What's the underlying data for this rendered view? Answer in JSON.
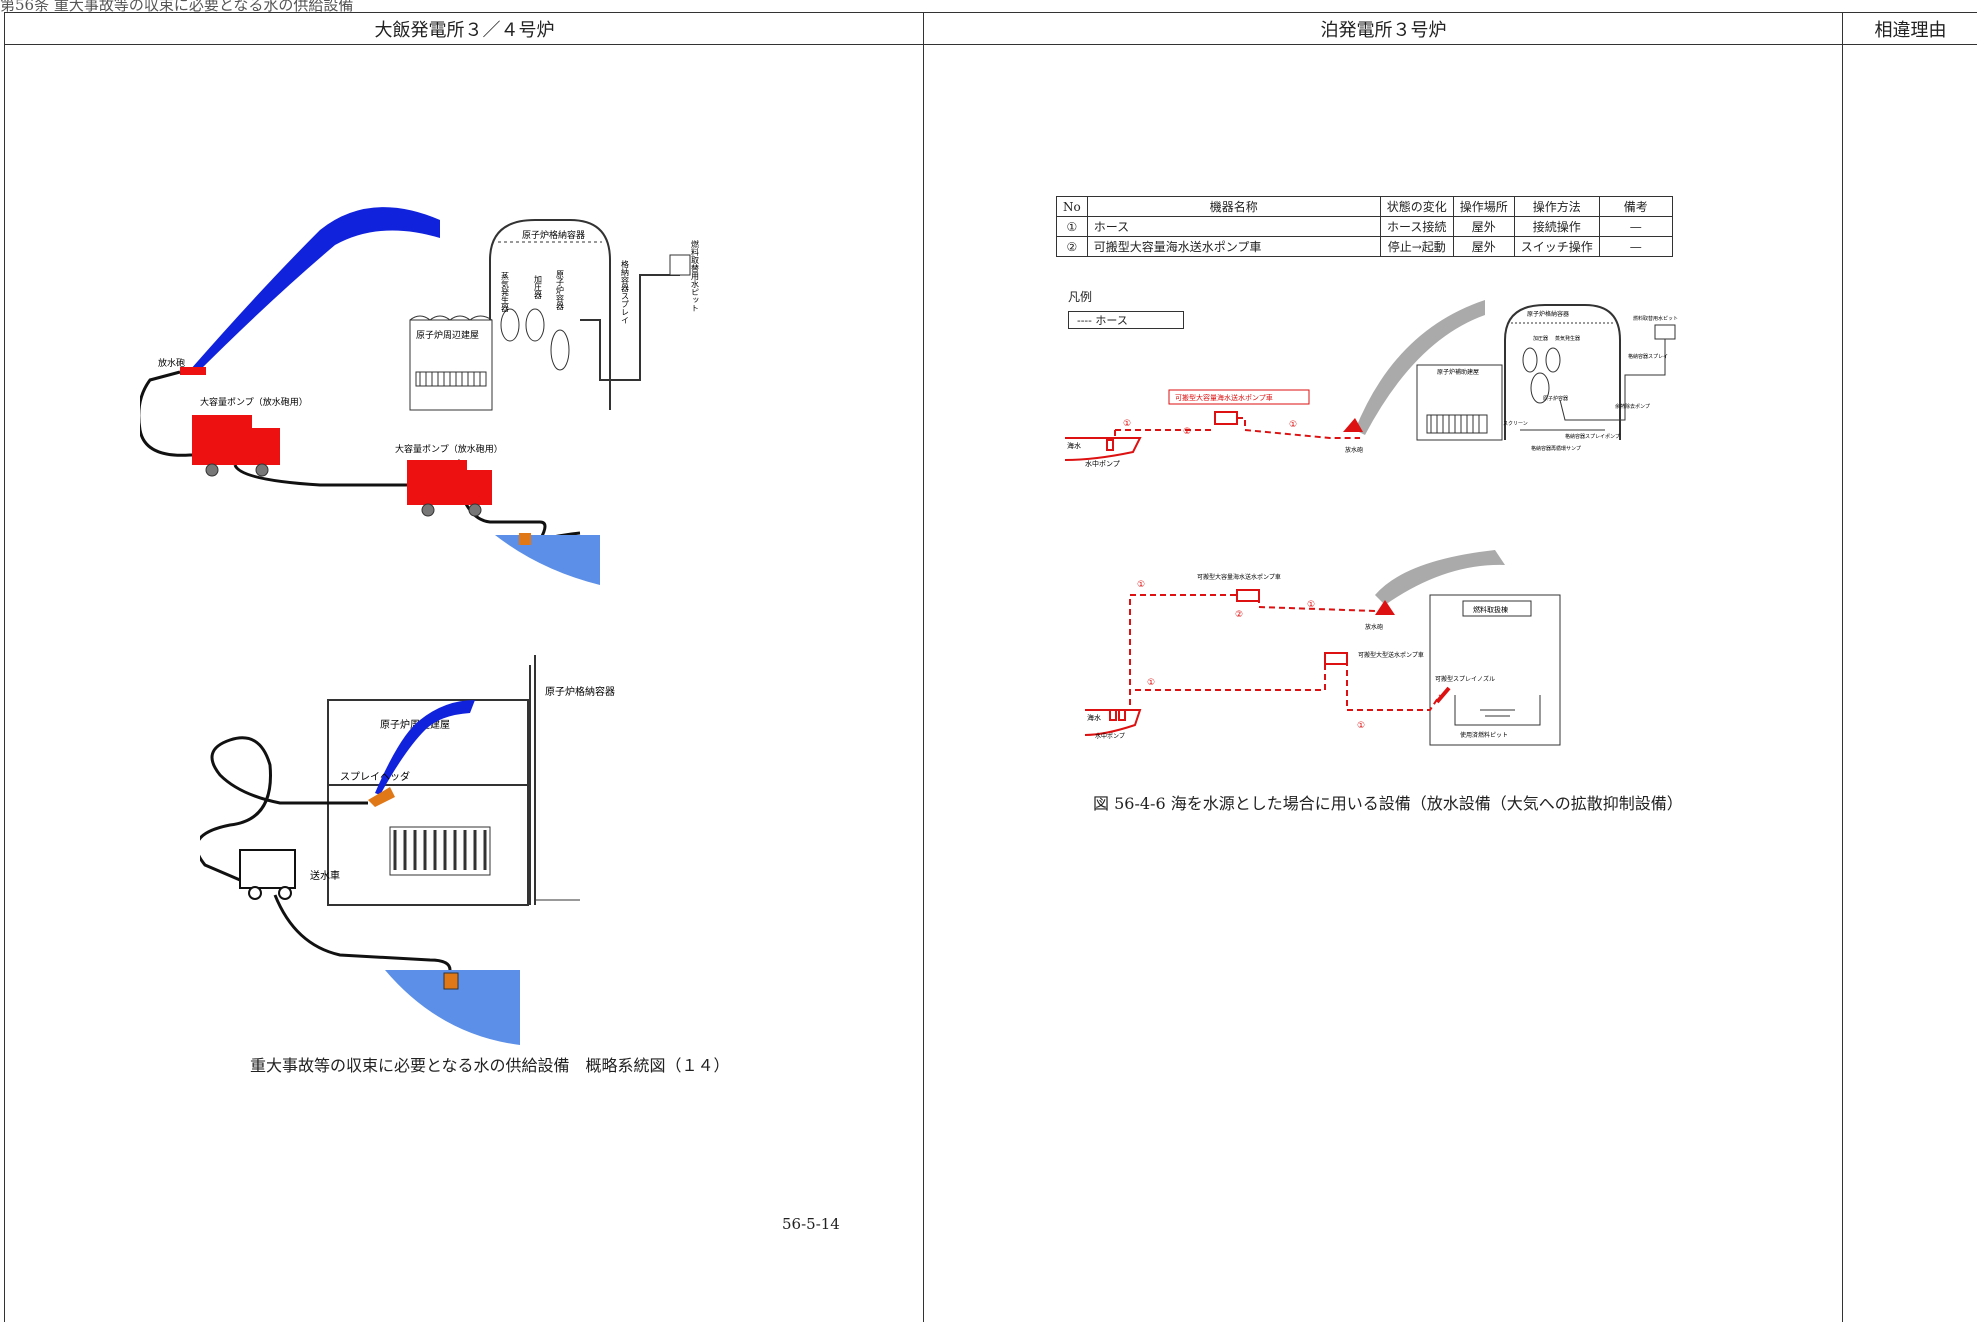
{
  "page": {
    "top_caption": "第56条 重大事故等の収束に必要となる水の供給設備",
    "headers": {
      "left": "大飯発電所３／４号炉",
      "middle": "泊発電所３号炉",
      "right": "相違理由"
    }
  },
  "left": {
    "diagram1": {
      "containment": "原子炉格納容器",
      "aux_building": "原子炉周辺建屋",
      "nozzle": "放水砲",
      "pump1": "大容量ポンプ（放水砲用）",
      "pump2": "大容量ポンプ（放水砲用）",
      "v1": "蒸気発生器",
      "v2": "加圧器",
      "v3": "原子炉容器",
      "v4": "格納容器スプレイ",
      "v5": "燃料取替用水ピット"
    },
    "diagram2": {
      "containment": "原子炉格納容器",
      "aux_building": "原子炉周辺建屋",
      "spray_header": "スプレイヘッダ",
      "truck": "送水車"
    },
    "caption": "重大事故等の収束に必要となる水の供給設備　概略系統図（１４）",
    "page_number": "56-5-14"
  },
  "middle": {
    "ops_table": {
      "headers": [
        "No",
        "機器名称",
        "状態の変化",
        "操作場所",
        "操作方法",
        "備考"
      ],
      "rows": [
        [
          "①",
          "ホース",
          "ホース接続",
          "屋外",
          "接続操作",
          "—"
        ],
        [
          "②",
          "可搬型大容量海水送水ポンプ車",
          "停止→起動",
          "屋外",
          "スイッチ操作",
          "—"
        ]
      ]
    },
    "legend": {
      "title": "凡例",
      "item": "----  ホース"
    },
    "diagram1": {
      "pump_truck": "可搬型大容量海水送水ポンプ車",
      "sea": "海水",
      "sub_pump": "水中ポンプ",
      "nozzle": "放水砲",
      "containment": "原子炉格納容器",
      "aux_building": "原子炉補助建屋",
      "cv1": "加圧器",
      "cv2": "蒸気発生器",
      "cv3": "原子炉容器",
      "cv4": "燃料取替用水ピット",
      "cv5": "格納容器スプレイ",
      "cv6": "格納容器再循環サンプ",
      "cv7": "スクリーン",
      "cv8": "格納容器スプレイポンプ",
      "cv9": "余熱除去ポンプ",
      "n1": "①",
      "n2": "②",
      "n3": "①"
    },
    "diagram2": {
      "pump_truck": "可搬型大容量海水送水ポンプ車",
      "pump_truck2": "可搬型大型送水ポンプ車",
      "sea": "海水",
      "sub_pump": "水中ポンプ",
      "nozzle": "放水砲",
      "fuel_building": "燃料取扱棟",
      "spray_nozzle": "可搬型スプレイノズル",
      "pit": "使用済燃料ピット",
      "n1": "①",
      "n2": "②",
      "n3": "①",
      "n4": "①",
      "n5": "①"
    },
    "caption": "図 56-4-6 海を水源とした場合に用いる設備（放水設備（大気への拡散抑制設備）"
  },
  "colors": {
    "truck_red": "#ee1111",
    "spray_blue": "#1122dd",
    "water_blue": "#5b8fe8",
    "pump_orange": "#e07818",
    "dash_red": "#dd1111",
    "spray_grey": "#aaaaaa"
  }
}
